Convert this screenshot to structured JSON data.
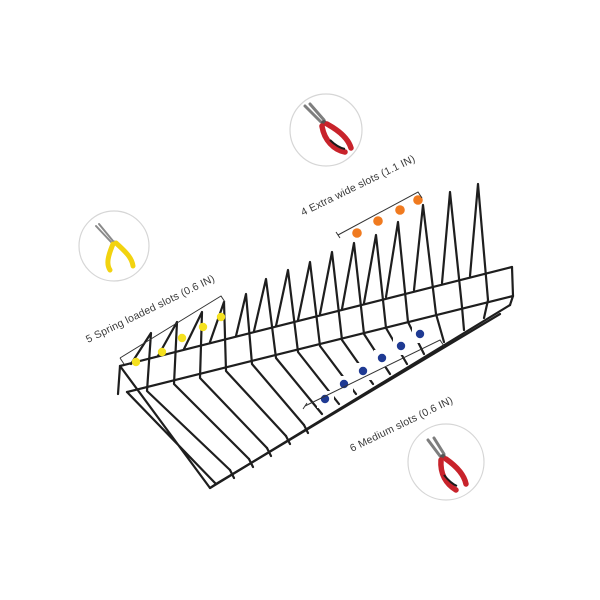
{
  "labels": {
    "spring_loaded": "5 Spring loaded slots (0.6 IN)",
    "extra_wide": "4 Extra wide slots (1.1 IN)",
    "medium": "6 Medium slots (0.6 IN)"
  },
  "slot_groups": [
    {
      "name": "spring_loaded",
      "count": 5,
      "marker_color": "#f5e11f"
    },
    {
      "name": "medium",
      "count": 6,
      "marker_color": "#1f3a93"
    },
    {
      "name": "extra_wide",
      "count": 4,
      "marker_color": "#f07a1f"
    }
  ],
  "icons": [
    "yellow-needle-nose-pliers-icon",
    "red-combination-pliers-icon",
    "red-diagonal-pliers-icon"
  ],
  "colors": {
    "rack": "#1e1e1e",
    "circle_border": "#d6d6d6",
    "pliers_red": "#c8232b",
    "pliers_yellow": "#f2d30f"
  }
}
